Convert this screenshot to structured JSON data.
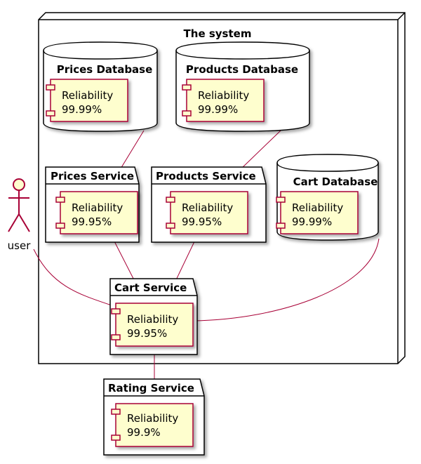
{
  "diagram": {
    "system_title": "The system",
    "actor": {
      "label": "user"
    },
    "databases": {
      "prices": {
        "title": "Prices Database",
        "line1": "Reliability",
        "line2": "99.99%"
      },
      "products": {
        "title": "Products Database",
        "line1": "Reliability",
        "line2": "99.99%"
      },
      "cart": {
        "title": "Cart Database",
        "line1": "Reliability",
        "line2": "99.99%"
      }
    },
    "packages": {
      "prices_service": {
        "title": "Prices Service",
        "line1": "Reliability",
        "line2": "99.95%"
      },
      "products_service": {
        "title": "Products Service",
        "line1": "Reliability",
        "line2": "99.95%"
      },
      "cart_service": {
        "title": "Cart Service",
        "line1": "Reliability",
        "line2": "99.95%"
      },
      "rating_service": {
        "title": "Rating Service",
        "line1": "Reliability",
        "line2": "99.9%"
      }
    },
    "colors": {
      "component_fill": "#FEFECE",
      "border_accent": "#A80036",
      "frame_stroke": "#000000"
    }
  }
}
